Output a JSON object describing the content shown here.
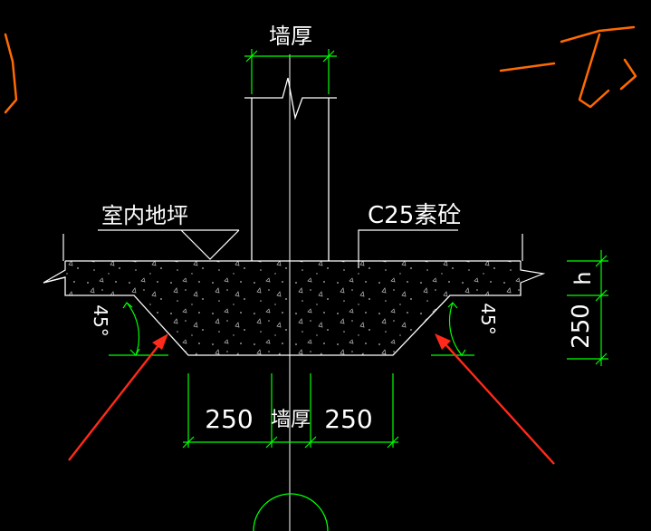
{
  "labels": {
    "wall_thickness_top": "墙厚",
    "indoor_floor": "室内地坪",
    "concrete_note": "C25素砼",
    "dim_left": "250",
    "dim_center": "墙厚",
    "dim_right": "250",
    "dim_h": "h",
    "dim_250_vertical": "250",
    "angle_left": "45°",
    "angle_right": "45°"
  },
  "colors": {
    "background": "#000000",
    "line": "#ffffff",
    "dimension": "#00ff00",
    "annotation_arrow": "#ff2a1a",
    "sketch": "#ff6a00"
  }
}
